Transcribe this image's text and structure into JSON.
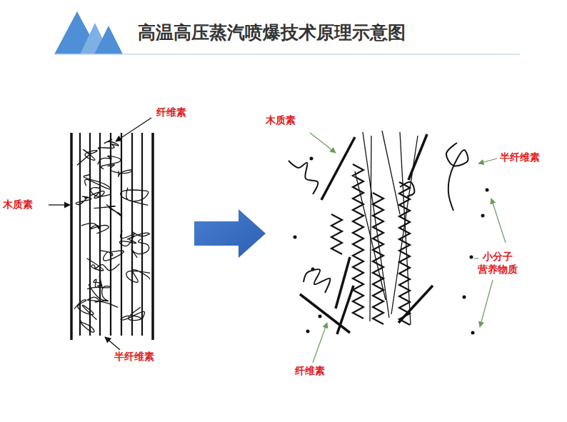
{
  "diagram": {
    "title": "高温高压蒸汽喷爆技术原理示意图",
    "labels": [
      "纤维素",
      "木质素",
      "半纤维素",
      "木质素",
      "半纤维素",
      "小分子 营养物质",
      "纤维素"
    ]
  }
}
